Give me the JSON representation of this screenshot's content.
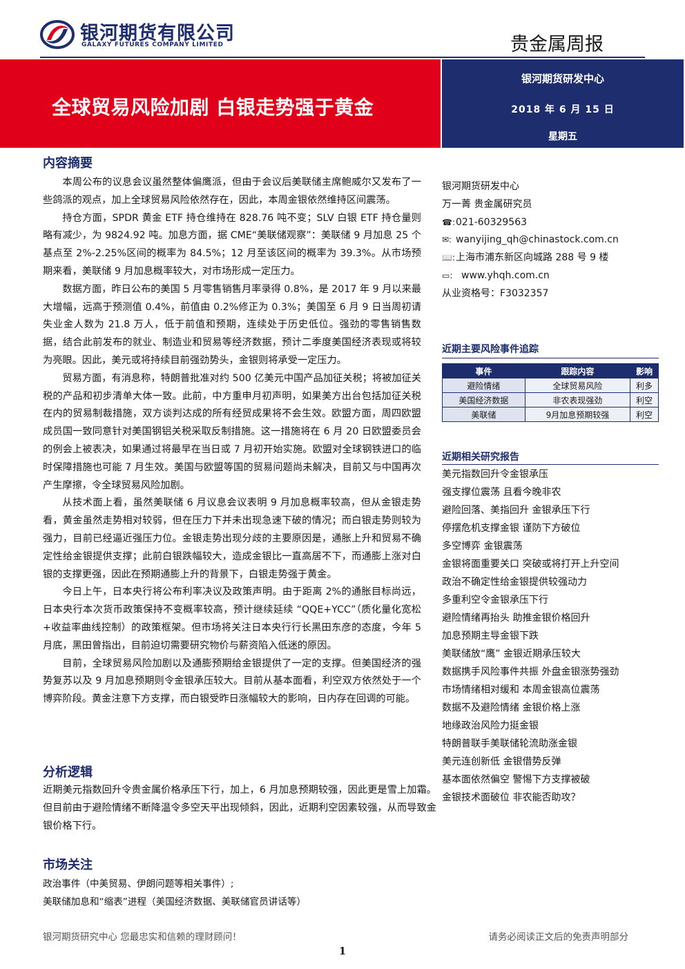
{
  "header": {
    "company_cn": "银河期货有限公司",
    "company_en": "GALAXY FUTURES COMPANY LIMITED",
    "report_type": "贵金属周报"
  },
  "banner": {
    "title": "全球贸易风险加剧  白银走势强于黄金",
    "center": "银河期货研发中心",
    "date": "2018 年 6 月 15 日",
    "weekday": "星期五"
  },
  "summary": {
    "title": "内容摘要",
    "paragraphs": [
      "本周公布的议息会议虽然整体偏鹰派，但由于会议后美联储主席鲍威尔又发布了一些鸽派的观点，加上全球贸易风险依然存在，因此，本周金银依然维持区间震荡。",
      "持仓方面，SPDR 黄金 ETF 持仓维持在 828.76 吨不变；SLV 白银 ETF 持仓量则略有减少，为 9824.92 吨。加息方面，据 CME“美联储观察”：美联储 9 月加息 25 个基点至 2%-2.25%区间的概率为 84.5%；12 月至该区间的概率为 39.3%。从市场预期来看，美联储 9 月加息概率较大，对市场形成一定压力。",
      "数据方面，昨日公布的美国 5 月零售销售月率录得 0.8%，是 2017 年 9 月以来最大增幅，远高于预测值 0.4%，前值由 0.2%修正为 0.3%；美国至 6 月 9 日当周初请失业金人数为 21.8 万人，低于前值和预期，连续处于历史低位。强劲的零售销售数据，结合此前发布的就业、制造业和贸易等经济数据，预计二季度美国经济表现或将较为亮眼。因此，美元或将持续目前强劲势头，金银则将承受一定压力。",
      "贸易方面，有消息称，特朗普批准对约 500 亿美元中国产品加征关税；将被加征关税的产品和初步清单大体一致。此前，中方重申月初声明，如果美方出台包括加征关税在内的贸易制裁措施，双方谈判达成的所有经贸成果将不会生效。欧盟方面，周四欧盟成员国一致同意针对美国钢铝关税采取反制措施。这一措施将在 6 月 20 日欧盟委员会的例会上被表决，如果通过将最早在当日或 7 月初开始实施。欧盟对全球钢铁进口的临时保障措施也可能 7 月生效。美国与欧盟等国的贸易问题尚未解决，目前又与中国再次产生摩擦，令全球贸易风险加剧。",
      "从技术面上看，虽然美联储 6 月议息会议表明 9 月加息概率较高，但从金银走势看，黄金虽然走势相对较弱，但在压力下并未出现急速下破的情况；而白银走势则较为强力，目前已经逼近强压力位。金银走势出现分歧的主要原因是，通胀上升和贸易不确定性给金银提供支撑；此前白银跌幅较大，造成金银比一直高居不下，而通膨上涨对白银的支撑更强，因此在预期通膨上升的背景下，白银走势强于黄金。",
      "今日上午，日本央行将公布利率决议及政策声明。由于距离 2%的通胀目标尚远，日本央行本次货币政策保持不变概率较高，预计继续延续 “QQE+YCC”（质化量化宽松+收益率曲线控制）的政策框架。但市场将关注日本央行行长黑田东彦的态度，今年 5 月底，黑田曾指出，目前迫切需要研究物价与薪资陷入低迷的原因。",
      "目前，全球贸易风险加剧以及通膨预期给金银提供了一定的支撑。但美国经济的强势复苏以及 9 月加息预期则令金银承压较大。目前从基本面看，利空双方依然处于一个博弈阶段。黄金注意下方支撑，而白银受昨日涨幅较大的影响，日内存在回调的可能。"
    ]
  },
  "logic": {
    "title": "分析逻辑",
    "text": "近期美元指数回升令贵金属价格承压下行，加上，6 月加息预期较强，因此更是雪上加霜。 但目前由于避险情绪不断降温令多空天平出现倾斜，因此，近期利空因素较强，从而导致金银价格下行。"
  },
  "focus": {
    "title": "市场关注",
    "items": [
      "政治事件（中美贸易、伊朗问题等相关事件）;",
      "美联储加息和“缩表”进程（美国经济数据、美联储官员讲话等）"
    ]
  },
  "contact": {
    "center": "银河期货研发中心",
    "author": "万一菁    贵金属研究员",
    "phone": "021-60329563",
    "email": "wanyijing_qh@chinastock.com.cn",
    "address": "上海市浦东新区向城路 288 号 9 楼",
    "website": "www.yhqh.com.cn",
    "license": "从业资格号：F3032357"
  },
  "risk": {
    "title": "近期主要风险事件追踪",
    "headers": [
      "事件",
      "跟踪内容",
      "影响"
    ],
    "rows": [
      [
        "避险情绪",
        "全球贸易风险",
        "利多"
      ],
      [
        "美国经济数据",
        "非农表现强劲",
        "利空"
      ],
      [
        "美联储",
        "9月加息预期较强",
        "利空"
      ]
    ]
  },
  "research": {
    "title": "近期相关研究报告",
    "items": [
      "美元指数回升令金银承压",
      "强支撑位震荡  且看今晚非农",
      "避险回落、美指回升  金银承压下行",
      "停摆危机支撑金银  谨防下方破位",
      "多空博弈  金银震荡",
      "金银将面重要关口  突破或将打开上升空间",
      "政治不确定性给金银提供较强动力",
      "多重利空令金银承压下行",
      "避险情绪再抬头  助推金银价格回升",
      "加息预期主导金银下跌",
      "美联储放“鹰”    金银近期承压较大",
      "数据携手风险事件共振  外盘金银涨势强劲",
      "市场情绪相对缓和  本周金银高位震荡",
      "数据不及避险情绪  金银价格上涨",
      "地缘政治风险力挺金银",
      "特朗普联手美联储轮流助涨金银",
      "美元连创新低  金银借势反弹",
      "基本面依然偏空  警惕下方支撑被破",
      "金银技术面破位  非农能否助攻？"
    ]
  },
  "footer": {
    "left": "银河期货研究中心  您最忠实和信赖的理财顾问！",
    "right": "请务必阅读正文后的免责声明部分",
    "page": "1"
  },
  "colors": {
    "brand_navy": "#1d2d6e",
    "banner_red": "#e1001a"
  }
}
